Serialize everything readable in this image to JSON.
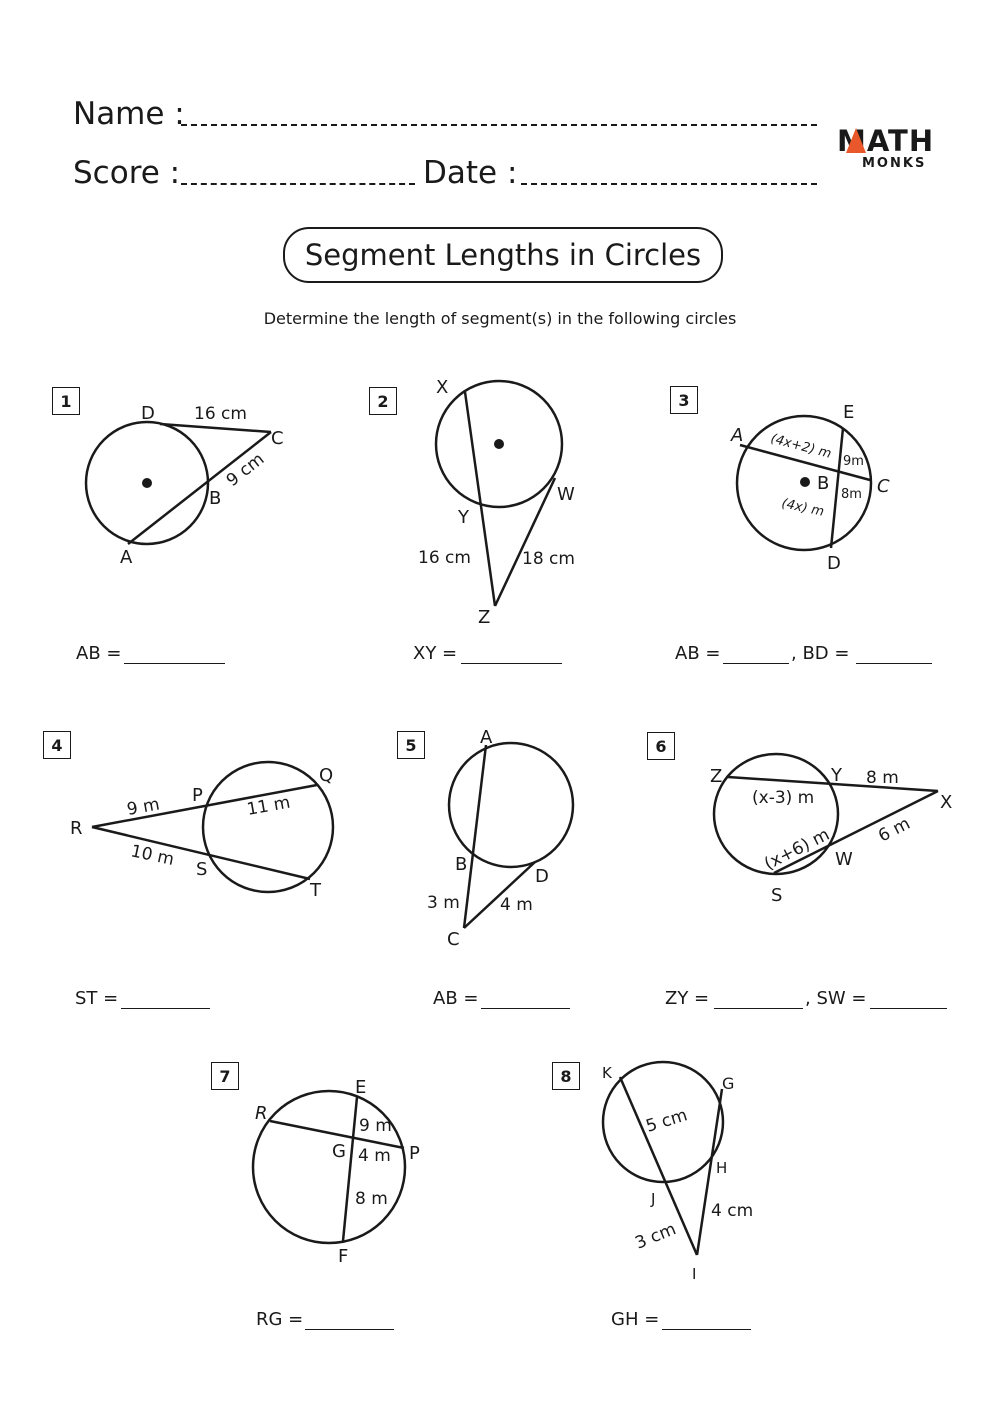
{
  "header": {
    "name_label": "Name :",
    "score_label": "Score :",
    "date_label": "Date :"
  },
  "logo": {
    "main": "MATH",
    "sub": "MONKS",
    "accent_color": "#e8582a"
  },
  "title": "Segment Lengths in Circles",
  "instructions": "Determine the length of segment(s) in the following circles",
  "problems": [
    {
      "number": "1",
      "points": [
        "D",
        "C",
        "B",
        "A"
      ],
      "measures": [
        "16 cm",
        "9 cm"
      ],
      "answers": [
        "AB ="
      ]
    },
    {
      "number": "2",
      "points": [
        "X",
        "Y",
        "W",
        "Z"
      ],
      "measures": [
        "16 cm",
        "18 cm"
      ],
      "answers": [
        "XY ="
      ]
    },
    {
      "number": "3",
      "points": [
        "A",
        "E",
        "B",
        "C",
        "D"
      ],
      "measures": [
        "(4x+2) m",
        "9m",
        "8m",
        "(4x) m"
      ],
      "answers": [
        "AB =",
        ", BD ="
      ]
    },
    {
      "number": "4",
      "points": [
        "R",
        "P",
        "Q",
        "S",
        "T"
      ],
      "measures": [
        "9 m",
        "11 m",
        "10 m"
      ],
      "answers": [
        "ST ="
      ]
    },
    {
      "number": "5",
      "points": [
        "A",
        "B",
        "D",
        "C"
      ],
      "measures": [
        "3 m",
        "4 m"
      ],
      "answers": [
        "AB ="
      ]
    },
    {
      "number": "6",
      "points": [
        "Z",
        "Y",
        "X",
        "W",
        "S"
      ],
      "measures": [
        "8 m",
        "(x-3) m",
        "(x+6) m",
        "6 m"
      ],
      "answers": [
        "ZY =",
        ", SW ="
      ]
    },
    {
      "number": "7",
      "points": [
        "E",
        "R",
        "G",
        "P",
        "F"
      ],
      "measures": [
        "9 m",
        "4 m",
        "8 m"
      ],
      "answers": [
        "RG ="
      ]
    },
    {
      "number": "8",
      "points": [
        "K",
        "G",
        "H",
        "J",
        "I"
      ],
      "measures": [
        "5 cm",
        "4 cm",
        "3 cm"
      ],
      "answers": [
        "GH ="
      ]
    }
  ]
}
